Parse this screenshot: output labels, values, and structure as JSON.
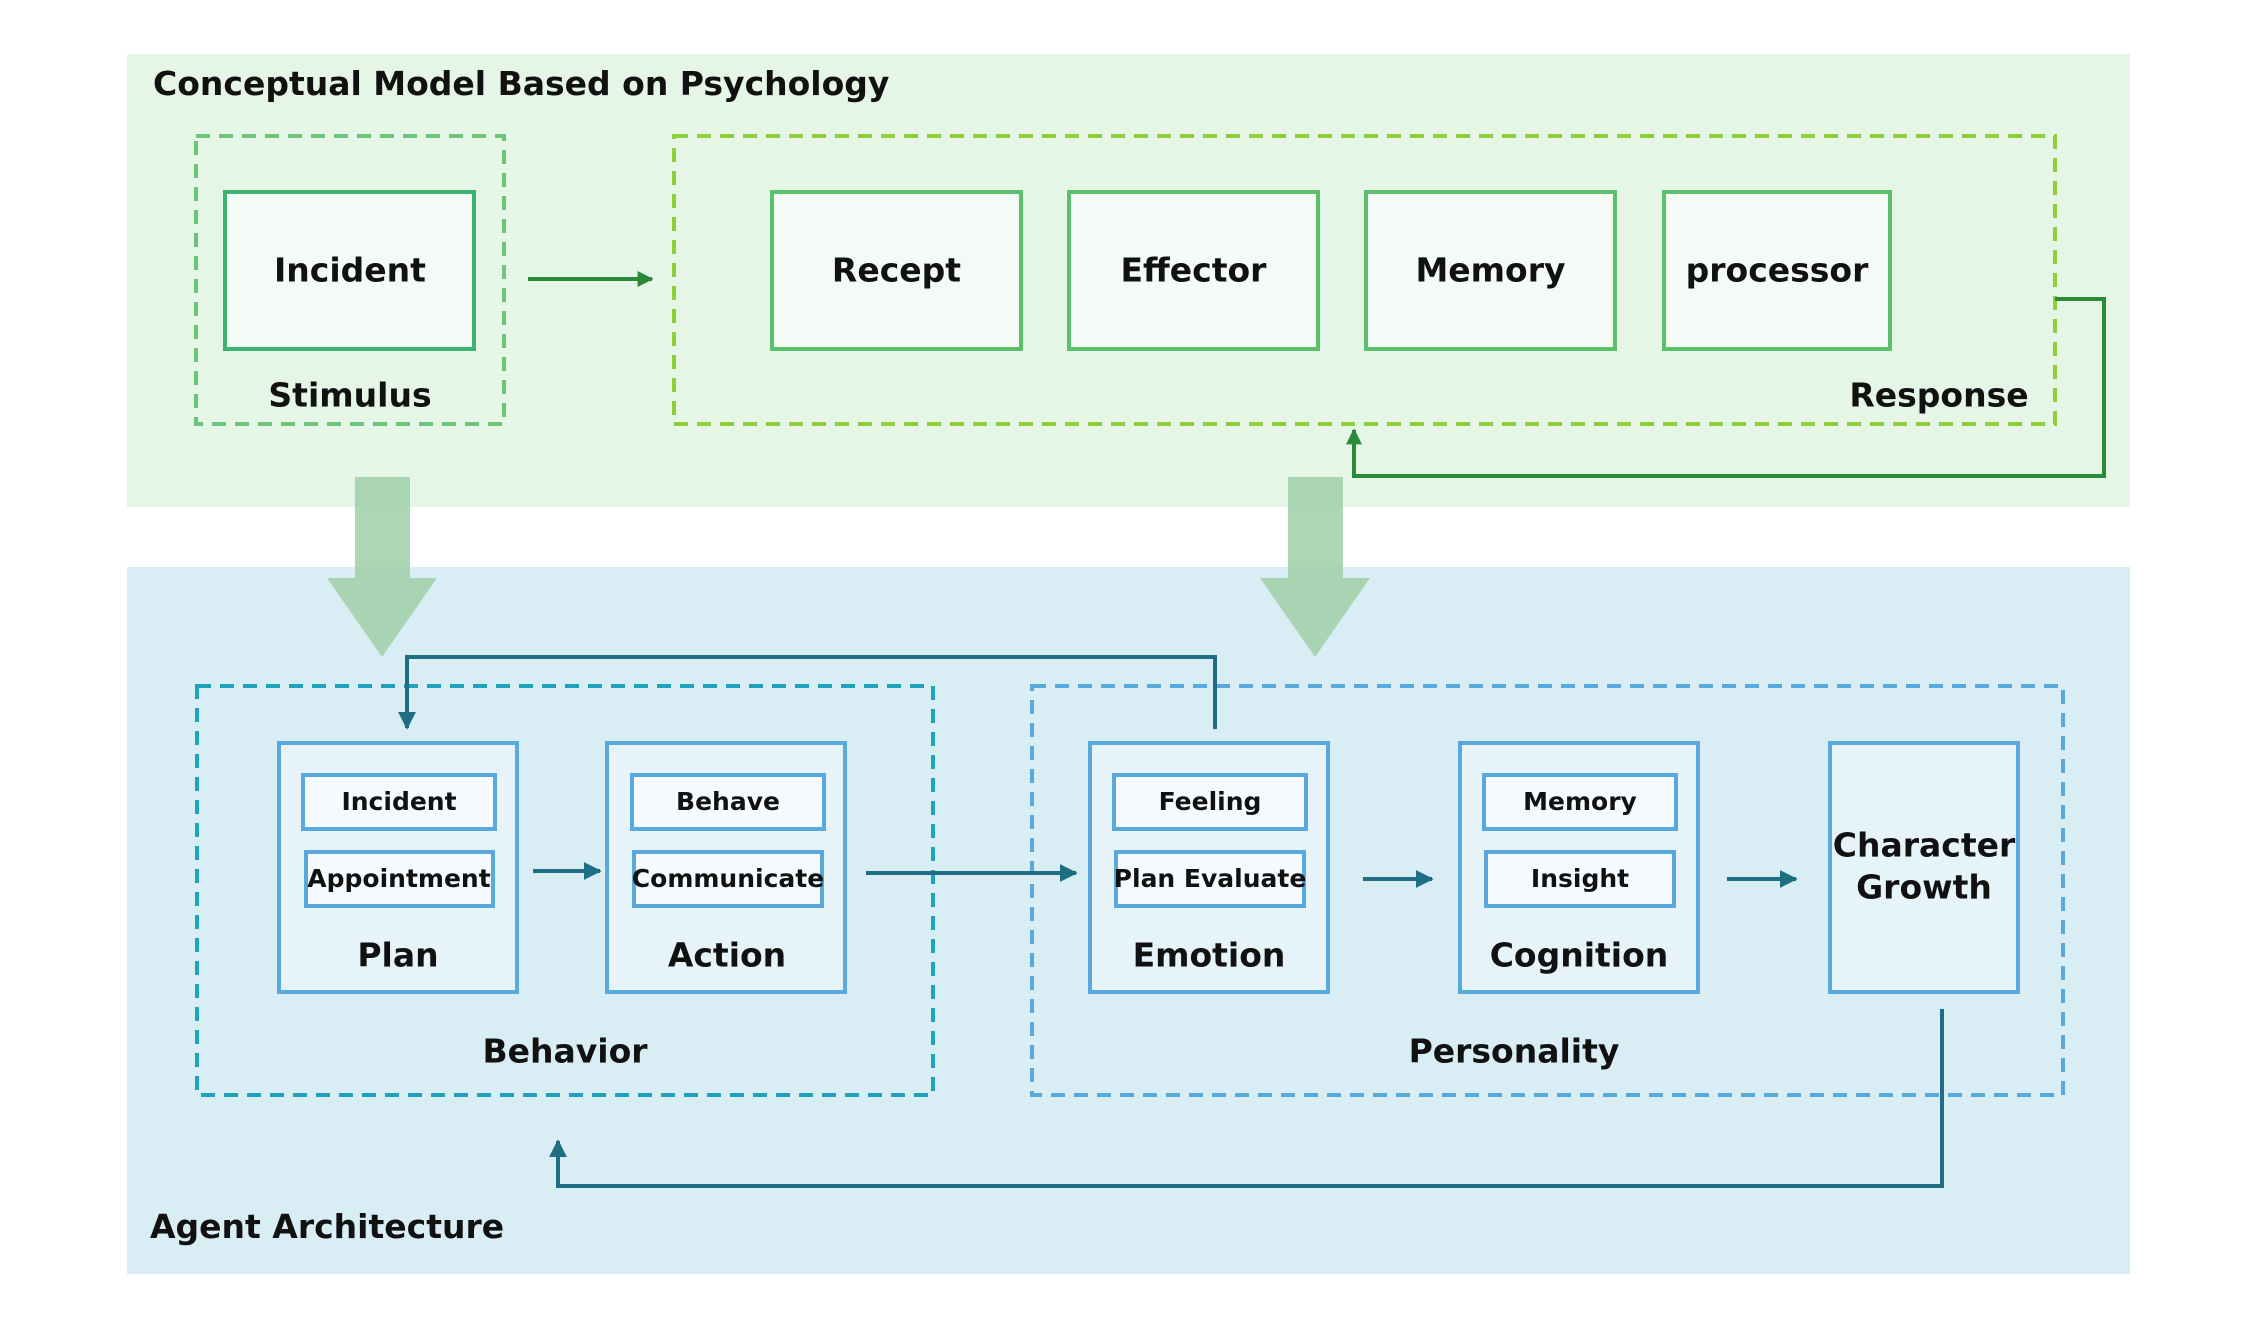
{
  "top_section": {
    "title": "Conceptual Model Based on Psychology",
    "stimulus": {
      "label": "Stimulus",
      "box": "Incident"
    },
    "response": {
      "label": "Response",
      "boxes": [
        "Recept",
        "Effector",
        "Memory",
        "processor"
      ]
    }
  },
  "bottom_section": {
    "title": "Agent Architecture",
    "behavior": {
      "label": "Behavior",
      "plan": {
        "label": "Plan",
        "items": [
          "Incident",
          "Appointment"
        ]
      },
      "action": {
        "label": "Action",
        "items": [
          "Behave",
          "Communicate"
        ]
      }
    },
    "personality": {
      "label": "Personality",
      "emotion": {
        "label": "Emotion",
        "items": [
          "Feeling",
          "Plan Evaluate"
        ]
      },
      "cognition": {
        "label": "Cognition",
        "items": [
          "Memory",
          "Insight"
        ]
      },
      "growth": {
        "line1": "Character",
        "line2": "Growth"
      }
    }
  },
  "colors": {
    "top_bg": "#e5f5e6",
    "bottom_bg": "#d9edf4",
    "green_box": "#5cbf6b",
    "green_arrow": "#2a8a3a",
    "teal_dash": "#1fa3bb",
    "blue_box": "#5aa9dd",
    "blue_arrow": "#1f6e84",
    "big_arrow": "#9fcfa8"
  }
}
